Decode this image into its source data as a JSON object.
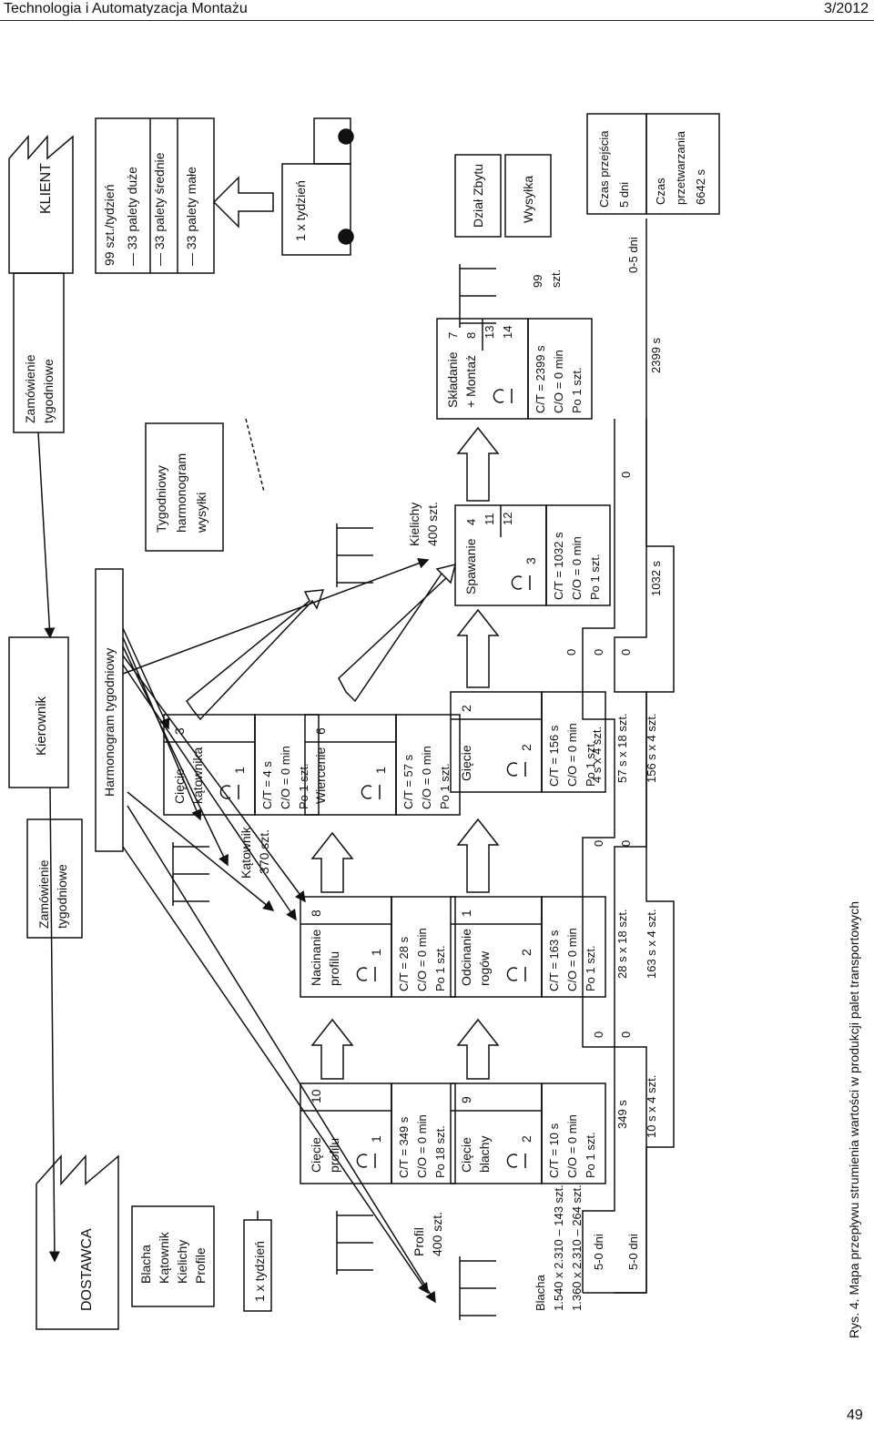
{
  "header": {
    "journal": "Technologia i Automatyzacja Montażu",
    "issue": "3/2012"
  },
  "page_number": "49",
  "caption": "Rys. 4. Mapa przepływu strumienia wartości w produkcji palet transportowych",
  "supplier": {
    "name": "DOSTAWCA",
    "materials": [
      "Blacha",
      "Kątownik",
      "Kielichy",
      "Profile"
    ],
    "delivery": "1 x tydzień"
  },
  "customer": {
    "name": "KLIENT",
    "demand": [
      "99 szt./tydzień",
      "33 palety duże",
      "33 palety średnie",
      "33 palety małe"
    ],
    "delivery": "1 x tydzień"
  },
  "control": {
    "manager": "Kierownik",
    "order_in": [
      "Zamówienie",
      "tygodniowe"
    ],
    "order_out": [
      "Zamówienie",
      "tygodniowe"
    ],
    "schedule": "Harmonogram tygodniowy",
    "shipping_schedule": [
      "Tygodniowy",
      "harmonogram",
      "wysyłki"
    ]
  },
  "processes": [
    {
      "id": "ciecie-katownika",
      "name": [
        "Cięcie",
        "kątownika"
      ],
      "ops": "1",
      "num": "3",
      "data": [
        "C/T = 4 s",
        "C/O = 0 min",
        "Po 1 szt."
      ]
    },
    {
      "id": "wiercenie",
      "name": [
        "Wiercenie"
      ],
      "ops": "1",
      "num": "6",
      "data": [
        "C/T = 57 s",
        "C/O = 0 min",
        "Po 1 szt."
      ]
    },
    {
      "id": "nacinanie-profilu",
      "name": [
        "Nacinanie",
        "profilu"
      ],
      "ops": "1",
      "num": "8",
      "data": [
        "C/T = 28 s",
        "C/O = 0 min",
        "Po 1 szt."
      ]
    },
    {
      "id": "ciecie-profilu",
      "name": [
        "Cięcie",
        "profilu"
      ],
      "ops": "1",
      "num": "10",
      "data": [
        "C/T = 349 s",
        "C/O = 0 min",
        "Po 18 szt."
      ]
    },
    {
      "id": "ciecie-blachy",
      "name": [
        "Cięcie",
        "blachy"
      ],
      "ops": "2",
      "num": "9",
      "data": [
        "C/T = 10 s",
        "C/O = 0 min",
        "Po 1 szt."
      ]
    },
    {
      "id": "odcinanie-rogow",
      "name": [
        "Odcinanie",
        "rogów"
      ],
      "ops": "2",
      "num": "1",
      "data": [
        "C/T = 163 s",
        "C/O = 0 min",
        "Po 1 szt."
      ]
    },
    {
      "id": "giecie",
      "name": [
        "Gięcie"
      ],
      "ops": "2",
      "num": "2",
      "data": [
        "C/T = 156 s",
        "C/O = 0 min",
        "Po 1 szt."
      ]
    },
    {
      "id": "spawanie",
      "name": [
        "Spawanie"
      ],
      "ops": "3",
      "nums": [
        "4",
        "11",
        "12"
      ],
      "data": [
        "C/T = 1032 s",
        "C/O = 0 min",
        "Po 1 szt."
      ]
    },
    {
      "id": "skladanie",
      "name": [
        "Składanie",
        "+ Montaż"
      ],
      "ops": "",
      "nums": [
        "7",
        "8",
        "13",
        "14"
      ],
      "data": [
        "C/T = 2399 s",
        "C/O = 0 min",
        "Po 1 szt."
      ]
    }
  ],
  "inventories": {
    "katownik": [
      "Kątownik",
      "370 szt."
    ],
    "profil": [
      "Profil",
      "400 szt."
    ],
    "kielichy": [
      "Kielichy",
      "400 szt."
    ],
    "blacha": [
      "Blacha",
      "1.540 x 2.310 – 143 szt.",
      "1.360 x 2.310 – 264 szt."
    ],
    "gotowe": [
      "99",
      "szt."
    ]
  },
  "departments": {
    "sales": "Dział Zbytu",
    "shipping": "Wysyłka"
  },
  "timeline": {
    "row1": [
      "5-0 dni",
      "349 s",
      "0",
      "0",
      "4 s x 4 szt.",
      "0",
      "0"
    ],
    "row2": [
      "5-0 dni",
      "0",
      "28 s x 18 szt.",
      "0",
      "57 s x 18 szt.",
      "0",
      "0"
    ],
    "row3": [
      "10 s x 4 szt.",
      "163 s x 4 szt.",
      "156 s x 4 szt.",
      "1032 s",
      "2399 s",
      "0-5 dni"
    ],
    "lead_time": [
      "Czas przejścia",
      "5 dni"
    ],
    "processing_time": [
      "Czas",
      "przetwarzania",
      "6642 s"
    ]
  }
}
